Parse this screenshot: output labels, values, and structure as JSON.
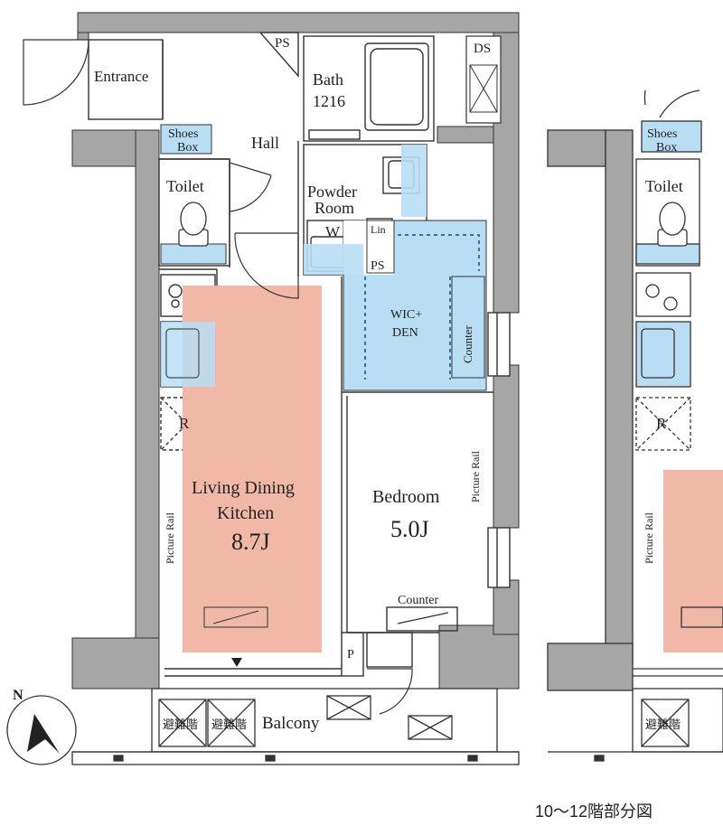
{
  "colors": {
    "wall": "#a6a6a6",
    "line": "#333333",
    "ldk_fill": "#f1b7a7",
    "wet_fill": "#b9def4",
    "background": "#ffffff"
  },
  "rooms": {
    "entrance": "Entrance",
    "hall": "Hall",
    "ps_top": "PS",
    "ds": "DS",
    "bath": "Bath",
    "bath_size": "1216",
    "shoes_box_1": "Shoes",
    "shoes_box_2": "Box",
    "toilet": "Toilet",
    "powder_1": "Powder",
    "powder_2": "Room",
    "washer": "W",
    "linen": "Lin",
    "ps_mid": "PS",
    "wic_1": "WIC+",
    "wic_2": "DEN",
    "counter_wic": "Counter",
    "refrigerator": "R",
    "picture_rail_left": "Picture Rail",
    "picture_rail_right": "Picture Rail",
    "ldk_1": "Living Dining",
    "ldk_2": "Kitchen",
    "ldk_size": "8.7J",
    "bedroom": "Bedroom",
    "bedroom_size": "5.0J",
    "counter_bed": "Counter",
    "p": "P",
    "balcony": "Balcony",
    "ladder_1": "避難階",
    "ladder_2": "避難階",
    "compass": "N"
  },
  "partial": {
    "shoes_box_1": "Shoes",
    "shoes_box_2": "Box",
    "toilet": "Toilet",
    "refrigerator": "R",
    "picture_rail": "Picture Rail",
    "ladder": "避難階"
  },
  "caption": "10～12階部分図"
}
